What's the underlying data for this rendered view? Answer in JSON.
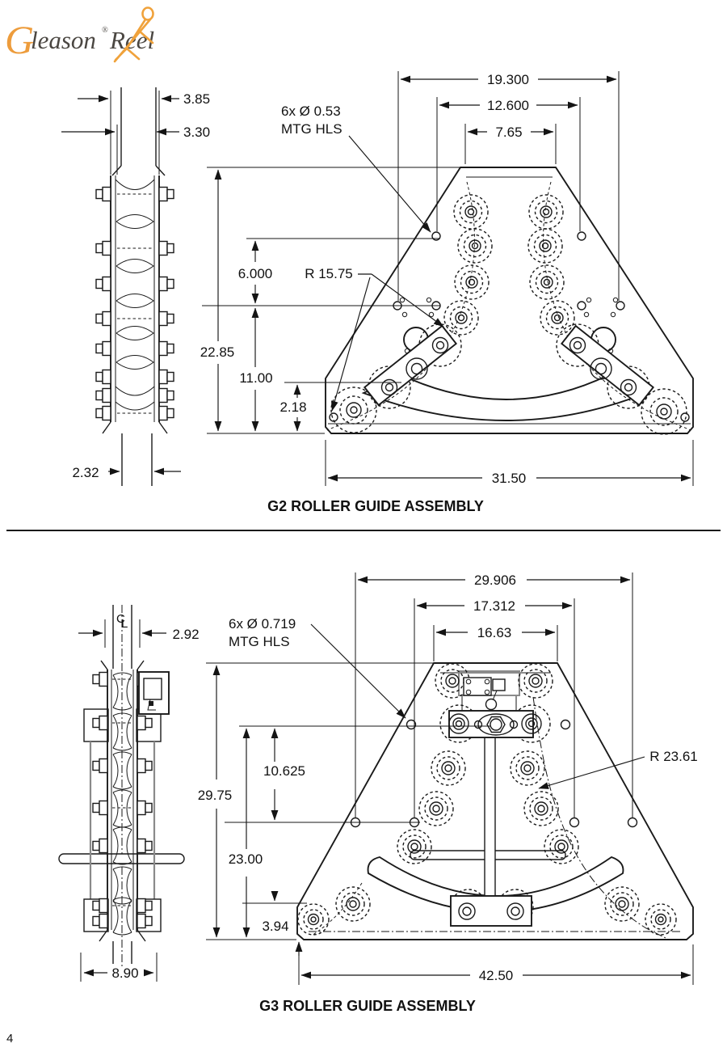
{
  "logo": {
    "g": "G",
    "leason": "leason",
    "reg": "®",
    "reel": "Reel"
  },
  "page_number": "4",
  "g2": {
    "title": "G2 ROLLER GUIDE ASSEMBLY",
    "mtg_label_1": "6x Ø 0.53",
    "mtg_label_2": "MTG HLS",
    "radius_label": "R 15.75",
    "dims": {
      "side_outer": "3.85",
      "side_inner": "3.30",
      "width_overall": "19.300",
      "width_mid": "12.600",
      "width_top": "7.65",
      "hole_offset": "6.000",
      "height_overall": "22.85",
      "height_mid": "11.00",
      "base_height": "2.18",
      "side_gap": "2.32",
      "base_width": "31.50"
    }
  },
  "g3": {
    "title": "G3 ROLLER GUIDE ASSEMBLY",
    "mtg_label_1": "6x Ø 0.719",
    "mtg_label_2": "MTG HLS",
    "radius_label": "R 23.61",
    "centerline_c": "C",
    "centerline_l": "L",
    "dims": {
      "side_width": "2.92",
      "width_overall": "29.906",
      "width_mid": "17.312",
      "width_top": "16.63",
      "hole_offset": "10.625",
      "height_overall": "29.75",
      "height_mid": "23.00",
      "base_height": "3.94",
      "side_base": "8.90",
      "base_width": "42.50"
    }
  }
}
